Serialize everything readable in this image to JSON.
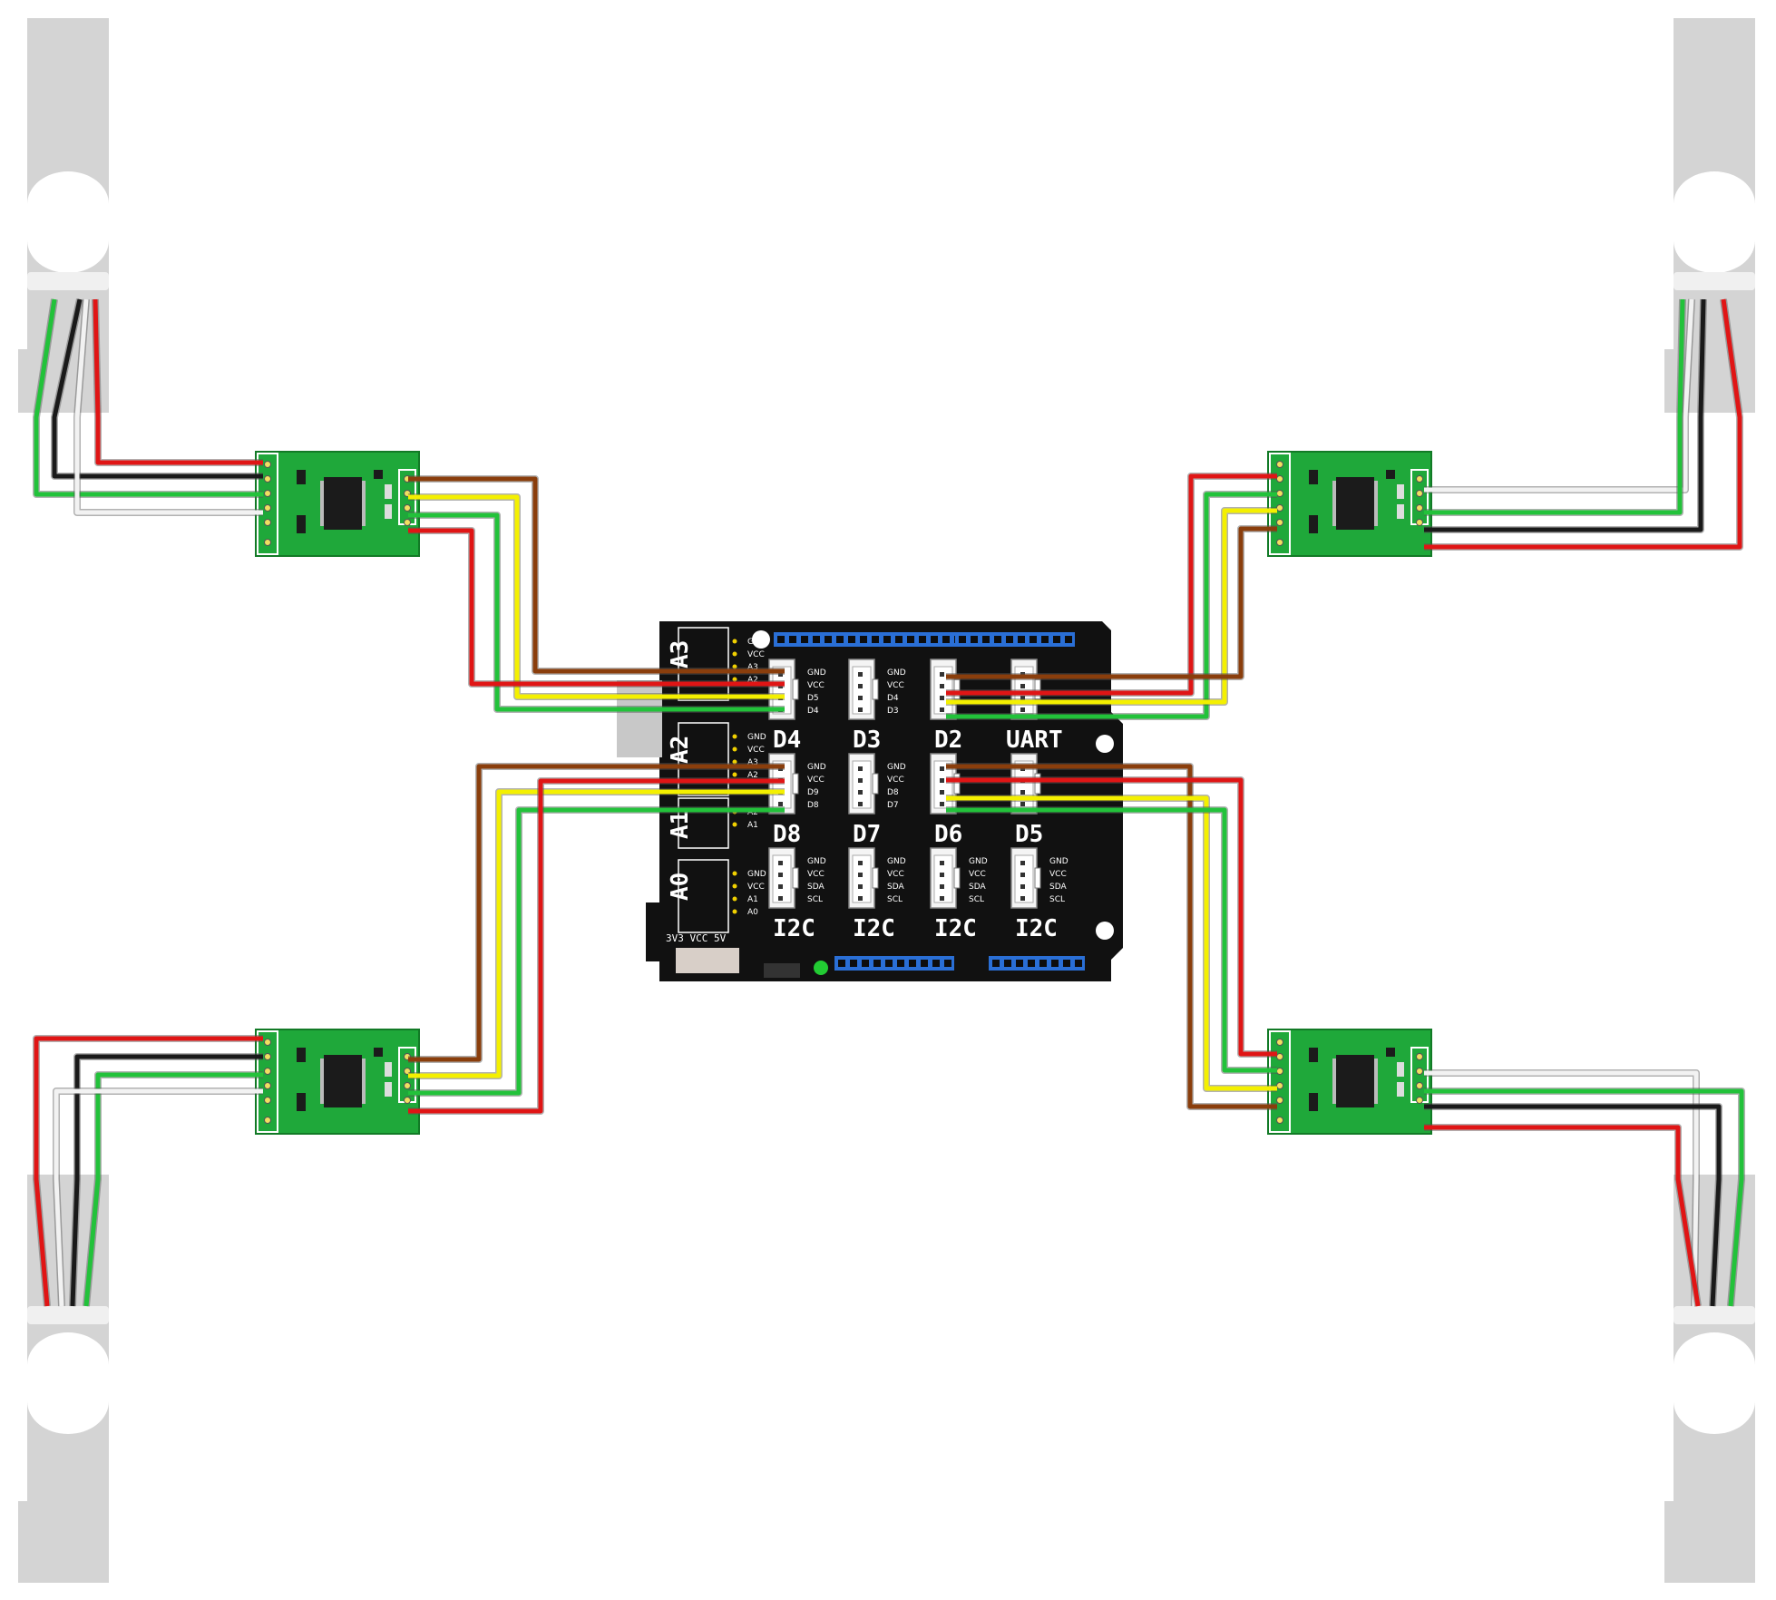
{
  "colors": {
    "board": "#111111",
    "pcb": "#1fa83a",
    "header": "#2a6fd6",
    "cell": "#d4d4d4",
    "red": "#e01515",
    "black": "#1a1a1a",
    "white": "#f2f2f2",
    "green": "#22c23a",
    "brown": "#8a3e0c",
    "yellow": "#f4f000"
  },
  "board": {
    "analog_ports": [
      {
        "label": "A3",
        "pins": [
          "GND",
          "VCC",
          "A3",
          "A2"
        ]
      },
      {
        "label": "A2",
        "pins": [
          "GND",
          "VCC",
          "A3",
          "A2"
        ]
      },
      {
        "label": "A1",
        "pins": [
          "A2",
          "A1"
        ]
      },
      {
        "label": "A0",
        "pins": [
          "GND",
          "VCC",
          "A1",
          "A0"
        ]
      }
    ],
    "power_label": "3V3 VCC 5V",
    "row1": [
      {
        "label": "D4",
        "pins": [
          "GND",
          "VCC",
          "D5",
          "D4"
        ]
      },
      {
        "label": "D3",
        "pins": [
          "GND",
          "VCC",
          "D4",
          "D3"
        ]
      },
      {
        "label": "D2",
        "pins": [
          ""
        ]
      },
      {
        "label": "UART",
        "pins": [
          ""
        ]
      }
    ],
    "row2": [
      {
        "label": "D8",
        "pins": [
          "GND",
          "VCC",
          "D9",
          "D8"
        ]
      },
      {
        "label": "D7",
        "pins": [
          "GND",
          "VCC",
          "D8",
          "D7"
        ]
      },
      {
        "label": "D6",
        "pins": [
          ""
        ]
      },
      {
        "label": "D5",
        "pins": [
          ""
        ]
      }
    ],
    "row3": [
      {
        "label": "I2C",
        "pins": [
          "GND",
          "VCC",
          "SDA",
          "SCL"
        ]
      },
      {
        "label": "I2C",
        "pins": [
          "GND",
          "VCC",
          "SDA",
          "SCL"
        ]
      },
      {
        "label": "I2C",
        "pins": [
          "GND",
          "VCC",
          "SDA",
          "SCL"
        ]
      },
      {
        "label": "I2C",
        "pins": [
          "GND",
          "VCC",
          "SDA",
          "SCL"
        ]
      }
    ]
  }
}
